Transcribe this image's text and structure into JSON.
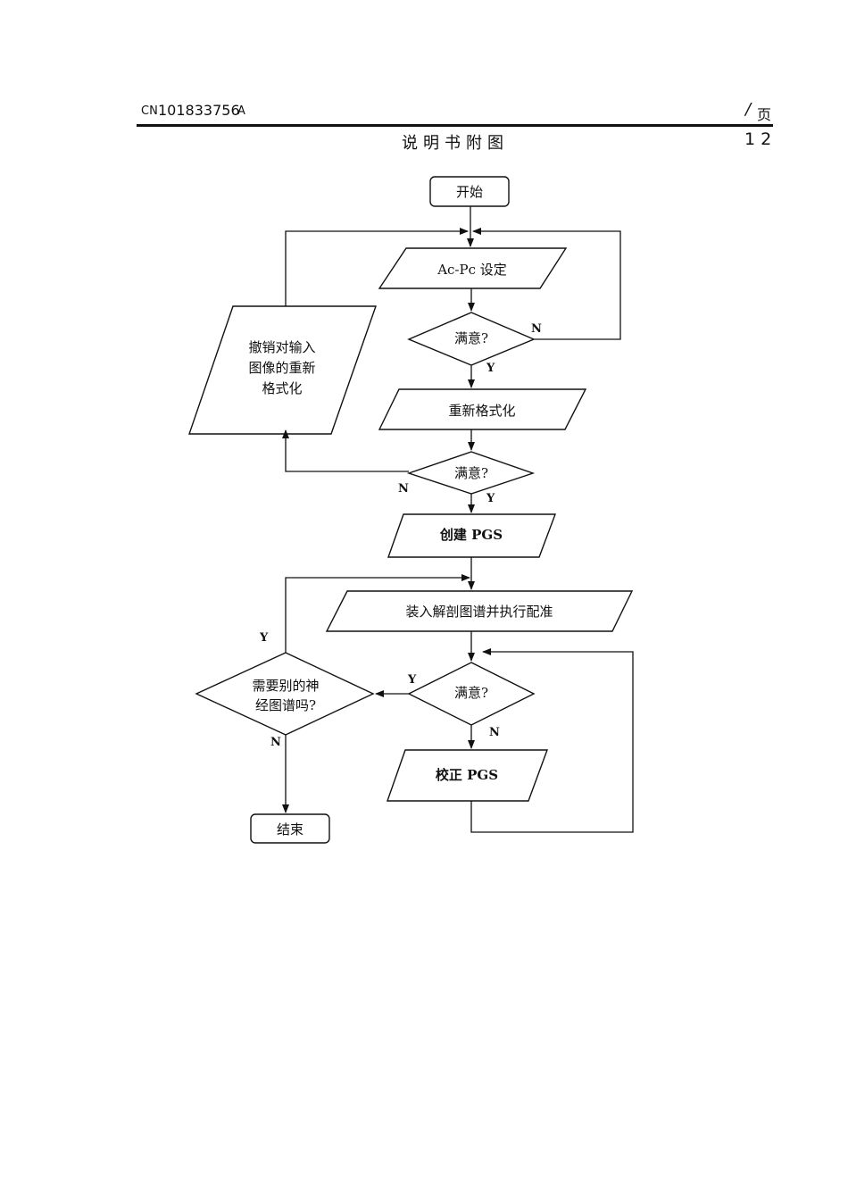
{
  "header": {
    "pub_prefix": "CN",
    "pub_number": "101833756",
    "pub_suffix": "A",
    "page_slash": "/",
    "page_label": "页",
    "section_title": "说明书附图",
    "page_number": "12"
  },
  "flowchart": {
    "start": "开始",
    "acpc_setting": "Ac-Pc 设定",
    "satisfied_1": "满意?",
    "reformat": "重新格式化",
    "satisfied_2": "满意?",
    "undo_lines": [
      "撤销对输入",
      "图像的重新",
      "格式化"
    ],
    "create_pgs": "创建 PGS",
    "load_atlas": "装入解剖图谱并执行配准",
    "satisfied_3": "满意?",
    "need_atlas_lines": [
      "需要别的神",
      "经图谱吗?"
    ],
    "correct_pgs": "校正 PGS",
    "end": "结束",
    "labels": {
      "d1_no": "N",
      "d1_yes": "Y",
      "d2_no": "N",
      "d2_yes": "Y",
      "d3_yes": "Y",
      "d3_no": "N",
      "d4_yes": "Y",
      "d4_no": "N"
    }
  }
}
